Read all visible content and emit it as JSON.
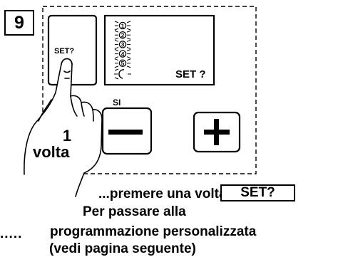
{
  "step": {
    "number": "9"
  },
  "panel": {
    "set_button_label": "SET?",
    "display_text": "SET ?",
    "program_slots": [
      "1",
      "2",
      "3",
      "4",
      "5"
    ],
    "minus_label": "SI",
    "minus_symbol": "−",
    "plus_symbol": "+"
  },
  "hand": {
    "count": "1",
    "count_word": "volta"
  },
  "instructions": {
    "line1": "...premere una volta",
    "line1_key": "SET?",
    "line2": "Per passare alla",
    "line3_dots": ".....",
    "line3": "programmazione personalizzata",
    "line4": "(vedi pagina seguente)"
  },
  "icons": {
    "moon": "moon-icon",
    "sun": "sun-icon",
    "hand": "hand-icon"
  }
}
